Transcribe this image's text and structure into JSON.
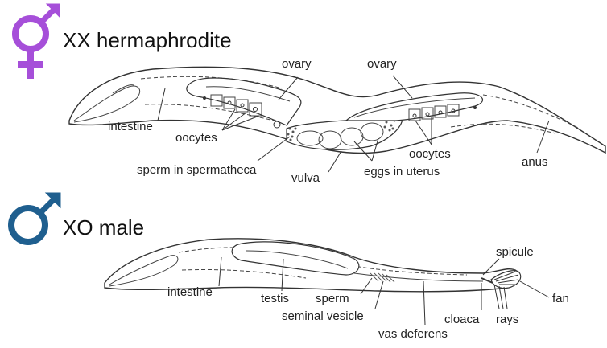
{
  "herm": {
    "title": "XX hermaphrodite",
    "symbol": "female-symbol",
    "symbol_color": "#a64fd9",
    "labels": {
      "ovary_left": "ovary",
      "ovary_right": "ovary",
      "intestine": "intestine",
      "oocytes_left": "oocytes",
      "oocytes_right": "oocytes",
      "sperm_spermatheca": "sperm in spermatheca",
      "vulva": "vulva",
      "eggs_uterus": "eggs in uterus",
      "anus": "anus"
    }
  },
  "male": {
    "title": "XO male",
    "symbol": "male-symbol",
    "symbol_color": "#1f5f8f",
    "labels": {
      "intestine": "intestine",
      "testis": "testis",
      "sperm": "sperm",
      "seminal_vesicle": "seminal vesicle",
      "vas_deferens": "vas deferens",
      "cloaca": "cloaca",
      "spicule": "spicule",
      "rays": "rays",
      "fan": "fan"
    }
  }
}
